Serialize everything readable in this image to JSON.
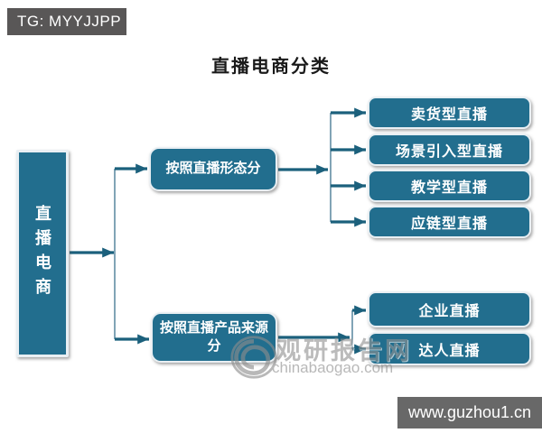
{
  "badge": {
    "text": "TG: MYYJJPP"
  },
  "title": "直播电商分类",
  "diagram": {
    "root": {
      "label": "直播电商"
    },
    "branches": [
      {
        "label": "按照直播形态分",
        "children": [
          "卖货型直播",
          "场景引入型直播",
          "教学型直播",
          "应链型直播"
        ]
      },
      {
        "label": "按照直播产品来源分",
        "children": [
          "企业直播",
          "达人直播"
        ]
      }
    ]
  },
  "watermark": {
    "site_name": "观研报告网",
    "site_domain": "chinabaogao.com",
    "logo": "swirl-globe-icon"
  },
  "footer": {
    "url": "www.guzhou1.cn"
  },
  "colors": {
    "node_fill": "#226e8e",
    "connector": "#1b607c",
    "badge_bg": "#595757",
    "footer_bg": "#686868",
    "watermark_gray": "#929292"
  }
}
